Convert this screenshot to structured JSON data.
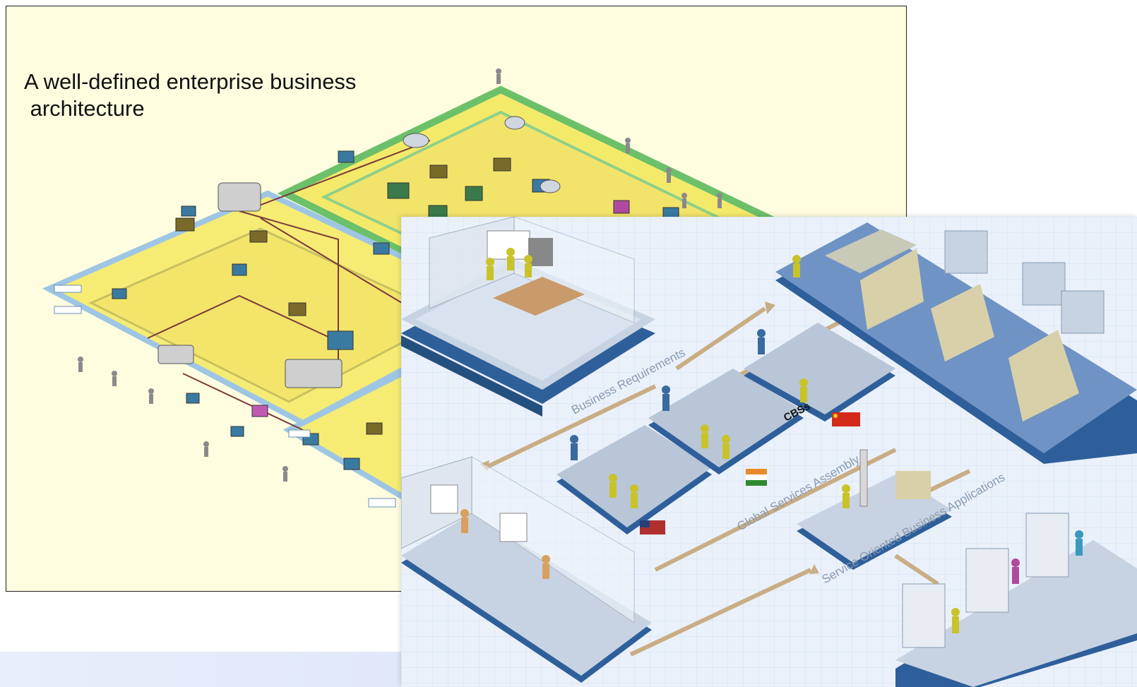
{
  "back_panel": {
    "title": "A well-defined enterprise business\n architecture",
    "colors": {
      "background": "#fffde0",
      "zone_fill": "#f6ec74",
      "zone_border": "#6cc06a",
      "zone_blue": "#9ec6e4"
    }
  },
  "front_panel": {
    "labels": {
      "business_requirements": "Business Requirements",
      "global_services_assembly": "Global Services Assembly",
      "service_oriented_business_applications": "Service Oriented Business Applications",
      "cbss": "CBSs"
    },
    "colors": {
      "background": "#eaf1fb",
      "platform_blue": "#2e5f9b",
      "arrow_tan": "#c9ad83",
      "figure_yellow": "#c9c32a"
    }
  }
}
